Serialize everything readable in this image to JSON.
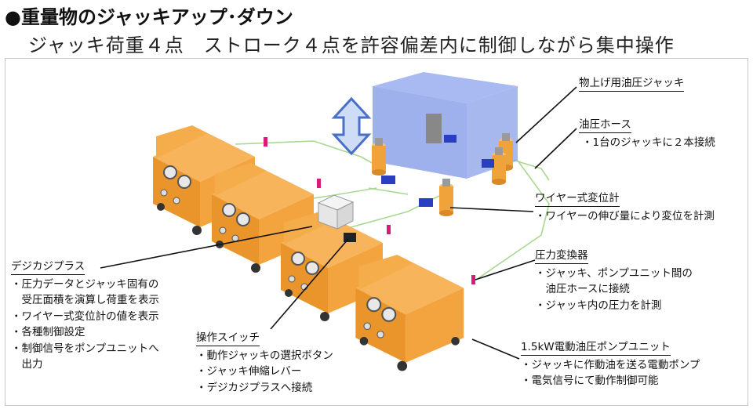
{
  "title": "●重量物のジャッキアップ･ダウン",
  "subtitle": "ジャッキ荷重４点　ストローク４点を許容偏差内に制御しながら集中操作",
  "labels": {
    "jack": {
      "heading": "物上げ用油圧ジャッキ"
    },
    "hose": {
      "heading": "油圧ホース",
      "lines": [
        "・1台のジャッキに２本接続"
      ]
    },
    "wire": {
      "heading": "ワイヤー式変位計",
      "lines": [
        "・ワイヤーの伸び量により変位を計測"
      ]
    },
    "transducer": {
      "heading": "圧力変換器",
      "lines": [
        "・ジャッキ、ポンプユニット間の",
        "　油圧ホースに接続",
        "・ジャッキ内の圧力を計測"
      ]
    },
    "pump": {
      "heading": "1.5kW電動油圧ポンプユニット",
      "lines": [
        "・ジャッキに作動油を送る電動ポンプ",
        "・電気信号にて動作制御可能"
      ]
    },
    "digi": {
      "heading": "デジカジプラス",
      "lines": [
        "・圧力データとジャッキ固有の",
        "　受圧面積を演算し荷重を表示",
        "・ワイヤー式変位計の値を表示",
        "・各種制御設定",
        "・制御信号をポンプユニットへ",
        "　出力"
      ]
    },
    "switch": {
      "heading": "操作スイッチ",
      "lines": [
        "・動作ジャッキの選択ボタン",
        "・ジャッキ伸縮レバー",
        "・デジカジプラスへ接続"
      ]
    }
  },
  "colors": {
    "pump_body": "#f0a33a",
    "pump_dark": "#c97a1c",
    "load_block": "#7f97e6",
    "jack": "#f2a23a",
    "sensor": "#2a3fbf",
    "transducer": "#d81b78",
    "hose": "#b6e0a0",
    "arrow": "#4a6fc7"
  }
}
